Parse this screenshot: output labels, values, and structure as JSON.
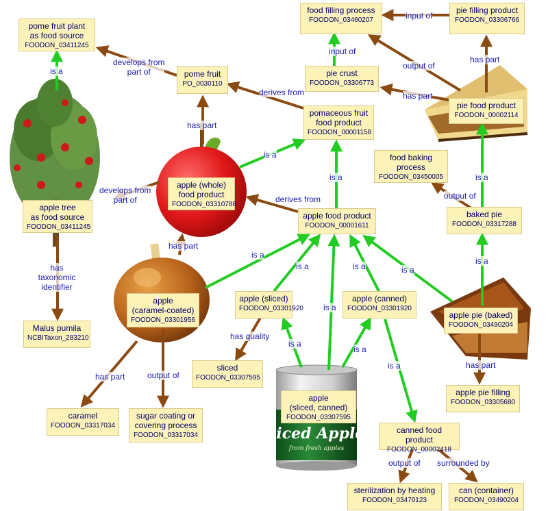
{
  "colors": {
    "is_a_edge": "#22cc22",
    "relation_edge": "#8a4a12",
    "node_fill": "#fdf2b8",
    "node_border": "#d9c98a",
    "node_text": "#000066",
    "edge_label_text": "#1a1ab3"
  },
  "nodes": {
    "food_filling_process": {
      "label": "food filling process",
      "id": "FOODON_03460207"
    },
    "pie_filling_product": {
      "label": "pie filling product",
      "id": "FOODON_03306766"
    },
    "pome_fruit_plant": {
      "label": "pome fruit plant\nas food source",
      "id": "FOODON_03411245"
    },
    "pie_crust": {
      "label": "pie crust",
      "id": "FOODON_03306773"
    },
    "pome_fruit": {
      "label": "pome fruit",
      "id": "PO_0030110"
    },
    "pie_food_product": {
      "label": "pie food product",
      "id": "FOODON_00002114"
    },
    "pomaceous_fruit": {
      "label": "pomaceous fruit\nfood product",
      "id": "FOODON_00001158"
    },
    "food_baking_process": {
      "label": "food baking\nprocess",
      "id": "FOODON_03450005"
    },
    "apple_whole": {
      "label": "apple (whole)\nfood product",
      "id": "FOODON_03310788"
    },
    "apple_tree": {
      "label": "apple tree\nas food source",
      "id": "FOODON_03411245"
    },
    "apple_food_product": {
      "label": "apple food product",
      "id": "FOODON_00001611"
    },
    "baked_pie": {
      "label": "baked pie",
      "id": "FOODON_03317288"
    },
    "apple_caramel": {
      "label": "apple\n(caramel-coated)",
      "id": "FOODON_03301956"
    },
    "apple_sliced": {
      "label": "apple (sliced)",
      "id": "FOODON_03301920"
    },
    "apple_canned": {
      "label": "apple (canned)",
      "id": "FOODON_03301920"
    },
    "apple_pie_baked": {
      "label": "apple pie (baked)",
      "id": "FOODON_03490204"
    },
    "malus_pumila": {
      "label": "Malus pumila",
      "id": "NCBITaxon_283210"
    },
    "sliced": {
      "label": "sliced",
      "id": "FOODON_03307595"
    },
    "apple_sliced_canned": {
      "label": "apple\n(sliced, canned)",
      "id": "FOODON_03307595"
    },
    "apple_pie_filling": {
      "label": "apple pie filling",
      "id": "FOODON_03305680"
    },
    "canned_food_product": {
      "label": "canned food product",
      "id": "FOODON_00002418"
    },
    "caramel": {
      "label": "caramel",
      "id": "FOODON_03317034"
    },
    "sugar_coating": {
      "label": "sugar coating or\ncovering process",
      "id": "FOODON_03317034"
    },
    "sterilization": {
      "label": "sterilization by heating",
      "id": "FOODON_03470123"
    },
    "can_container": {
      "label": "can (container)",
      "id": "FOODON_03490204"
    }
  },
  "edge_labels": {
    "input_of_top": "input of",
    "input_of_crust": "input of",
    "output_of_pie": "output of",
    "has_part_filling": "has part",
    "has_part_crust": "has part",
    "is_a_tree": "is a",
    "develops_from_pome": "develops from\npart of",
    "derives_from_pome": "derives from",
    "has_part_apple": "has part",
    "is_a_whole": "is a",
    "develops_from_tree": "develops from\npart of",
    "derives_from_apple": "derives from",
    "is_a_apple_product": "is a",
    "is_a_baked_pie": "is a",
    "output_of_baking": "output of",
    "is_a_apple_pie": "is a",
    "has_part_caramel_apple": "has part",
    "has_taxonomic_identifier": "has\ntaxonomic\nidentifier",
    "is_a_caramel": "is a",
    "is_a_sliced": "is a",
    "is_a_canned": "is a",
    "is_a_sliced_canned": "is a",
    "is_a_pie_baked": "is a",
    "has_quality": "has quality",
    "is_a_sc_to_sliced": "is a",
    "is_a_sc_to_canned": "is a",
    "is_a_canned_food": "is a",
    "has_part_pie_filling": "has part",
    "has_part_caramel": "has part",
    "output_of_sugar": "output of",
    "output_of_steril": "output of",
    "surrounded_by": "surrounded by"
  }
}
